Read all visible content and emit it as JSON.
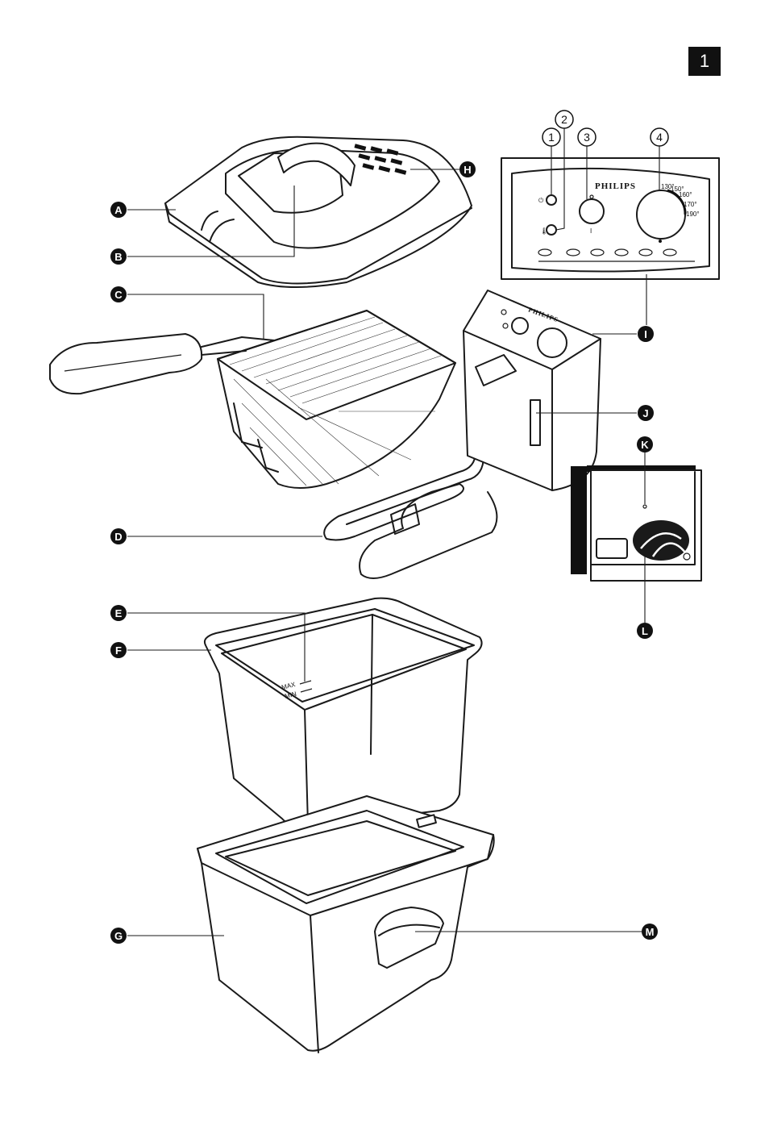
{
  "page_number": "1",
  "brand": "PHILIPS",
  "callouts": [
    "A",
    "B",
    "C",
    "D",
    "E",
    "F",
    "G",
    "H",
    "I",
    "J",
    "K",
    "L",
    "M"
  ],
  "control_numbers": [
    "1",
    "2",
    "3",
    "4"
  ],
  "level_marks": {
    "max": "MAX",
    "min": "MIN"
  },
  "dial_marks": [
    "130°",
    "150°",
    "160°",
    "170°",
    "190°"
  ],
  "panel_marks": {
    "power": "⏻",
    "heat": "🌡",
    "switch": "I"
  }
}
